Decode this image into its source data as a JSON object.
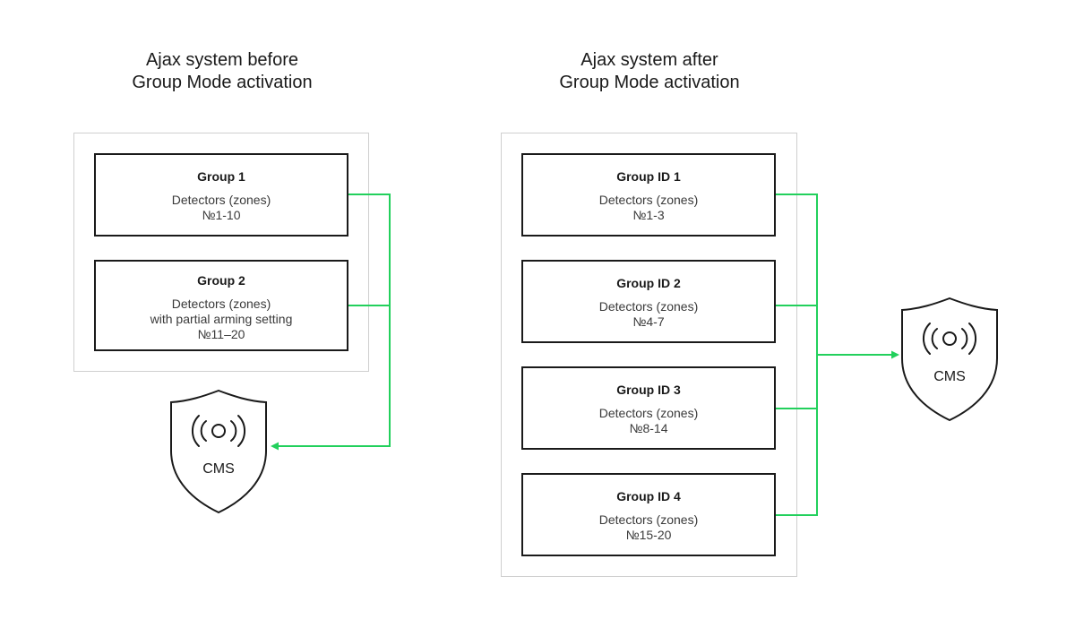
{
  "before": {
    "title_line1": "Ajax system before",
    "title_line2": "Group Mode activation",
    "groups": [
      {
        "name": "Group 1",
        "lines": [
          "Detectors (zones)",
          "№1-10"
        ]
      },
      {
        "name": "Group 2",
        "lines": [
          "Detectors (zones)",
          "with partial arming setting",
          "№11–20"
        ]
      }
    ],
    "cms_label": "CMS"
  },
  "after": {
    "title_line1": "Ajax system after",
    "title_line2": "Group Mode activation",
    "groups": [
      {
        "name": "Group ID 1",
        "lines": [
          "Detectors (zones)",
          "№1-3"
        ]
      },
      {
        "name": "Group ID 2",
        "lines": [
          "Detectors (zones)",
          "№4-7"
        ]
      },
      {
        "name": "Group ID 3",
        "lines": [
          "Detectors (zones)",
          "№8-14"
        ]
      },
      {
        "name": "Group ID 4",
        "lines": [
          "Detectors (zones)",
          "№15-20"
        ]
      }
    ],
    "cms_label": "CMS"
  },
  "colors": {
    "connector": "#22d05c",
    "box_border": "#1a1a1a",
    "panel_border": "#cfcfcf"
  },
  "icons": [
    "shield-icon",
    "signal-icon",
    "arrow-icon"
  ]
}
